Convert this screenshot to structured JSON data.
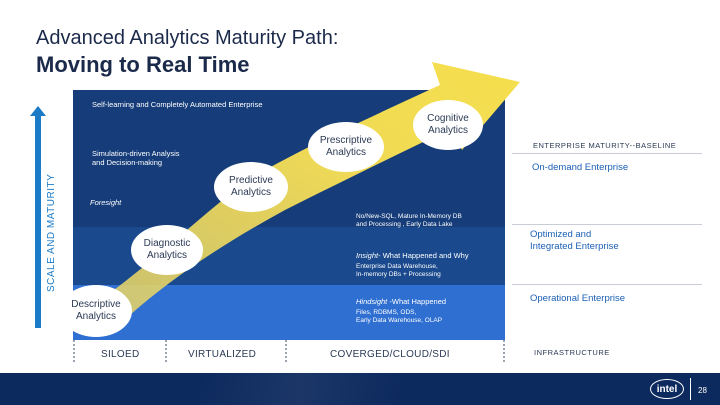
{
  "title": {
    "line1": "Advanced Analytics Maturity Path:",
    "line2": "Moving to Real Time"
  },
  "axis": {
    "label": "SCALE AND MATURITY"
  },
  "band_labels": {
    "self_learning": "Self-learning and Completely Automated Enterprise",
    "simulation_1": "Simulation-driven Analysis",
    "simulation_2": "and Decision-making",
    "foresight": "Foresight",
    "nosql_1": "No/New-SQL, Mature In-Memory DB",
    "nosql_2": "and Processing , Early Data Lake",
    "insight": "Insight",
    "insight_rest": "- What Happened and Why",
    "edw_1": "Enterprise Data Warehouse,",
    "edw_2": "In-memory DBs + Processing",
    "hindsight": "Hindsight",
    "hindsight_rest": " -What Happened",
    "files_1": "Files, RDBMS, ODS,",
    "files_2": "Early Data Warehouse, OLAP"
  },
  "stages": {
    "descriptive": [
      "Descriptive",
      "Analytics"
    ],
    "diagnostic": [
      "Diagnostic",
      "Analytics"
    ],
    "predictive": [
      "Predictive",
      "Analytics"
    ],
    "prescriptive": [
      "Prescriptive",
      "Analytics"
    ],
    "cognitive": [
      "Cognitive",
      "Analytics"
    ]
  },
  "infrastructure": {
    "siloed": "SILOED",
    "virtualized": "VIRTUALIZED",
    "converged": "COVERGED/CLOUD/SDI"
  },
  "right_column": {
    "enterprise_maturity": "ENTERPRISE MATURITY--BASELINE",
    "on_demand": "On-demand Enterprise",
    "optimized_1": "Optimized and",
    "optimized_2": "Integrated Enterprise",
    "operational": "Operational Enterprise",
    "infrastructure": "INFRASTRUCTURE"
  },
  "footer": {
    "logo": "intel",
    "page": "28"
  },
  "colors": {
    "band_dark": "#163d7a",
    "band_mid": "#1a4a8d",
    "band_light": "#2f6fd1",
    "arrow_yellow": "#f2dc5d",
    "accent_blue": "#1b7bc7",
    "footer": "#0d2a5e"
  }
}
